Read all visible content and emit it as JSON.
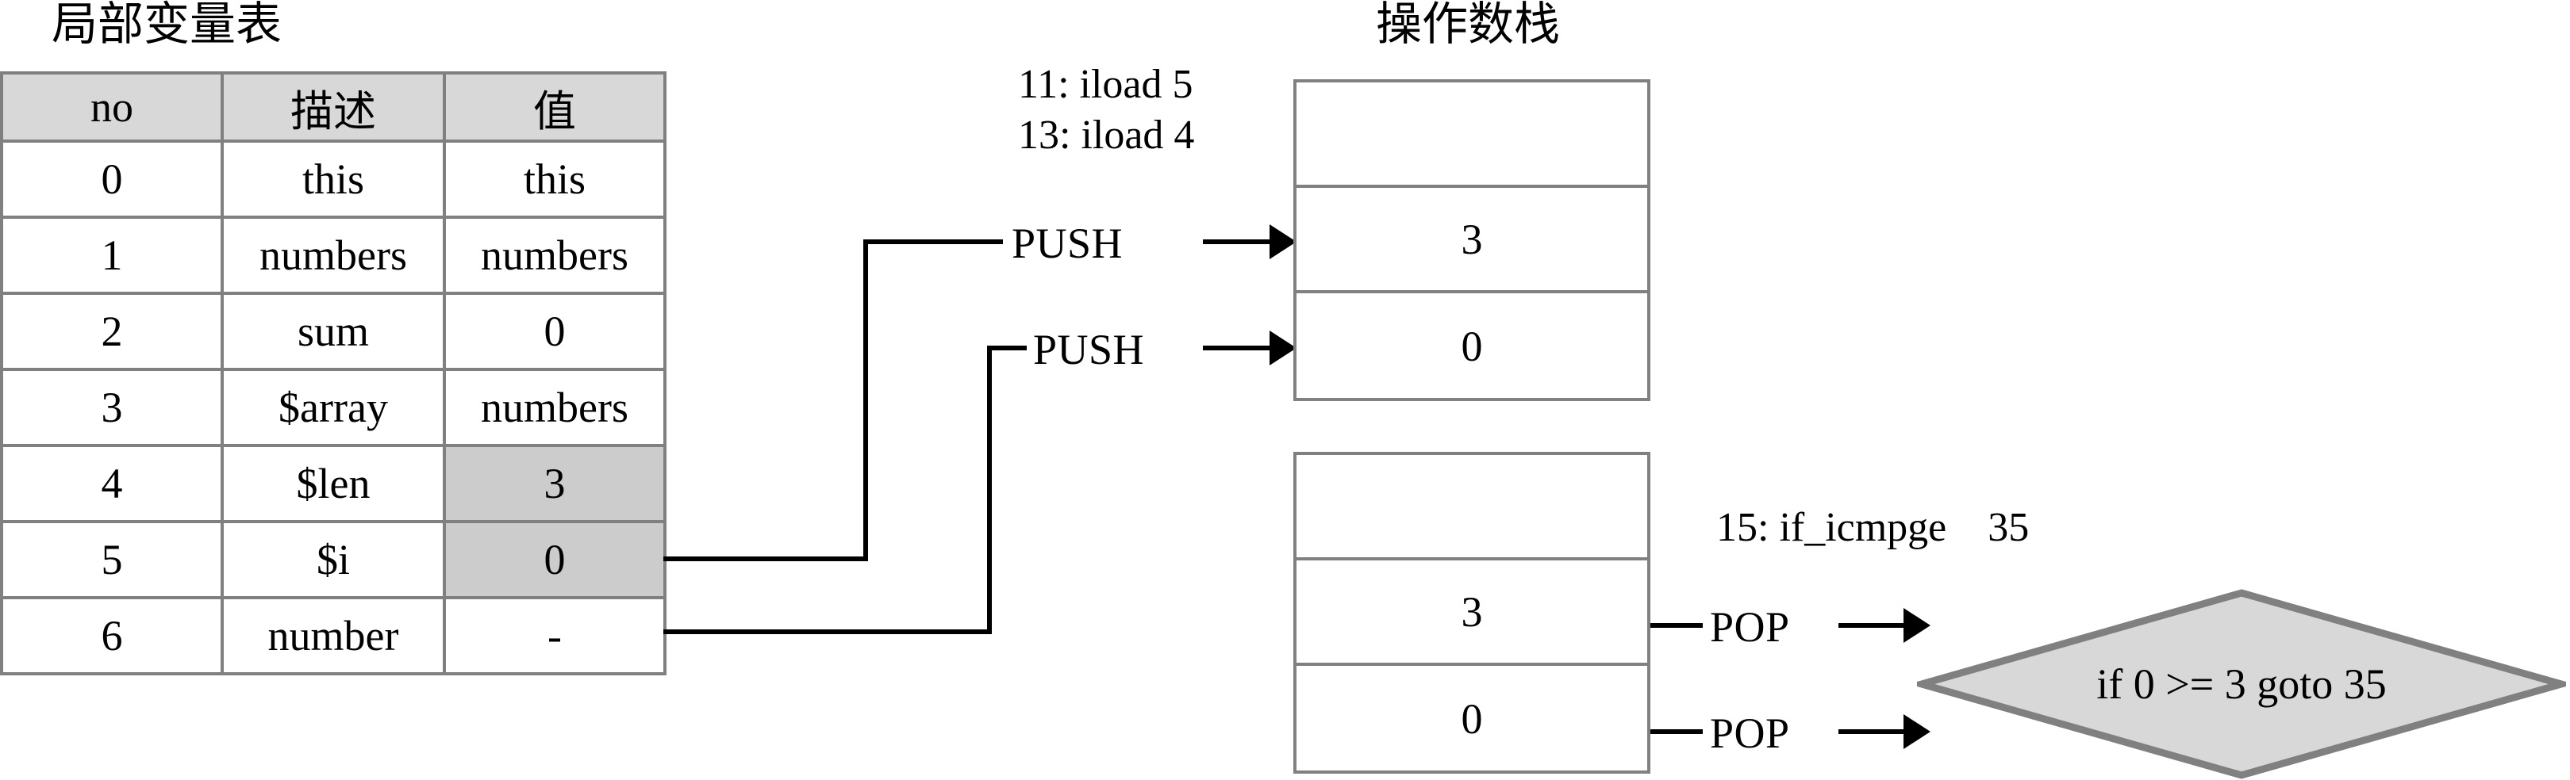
{
  "titles": {
    "local_variable_table": "局部变量表",
    "operand_stack": "操作数栈"
  },
  "local_variable_table": {
    "columns": [
      "no",
      "描述",
      "值"
    ],
    "rows": [
      {
        "no": "0",
        "desc": "this",
        "value": "this",
        "highlight": false
      },
      {
        "no": "1",
        "desc": "numbers",
        "value": "numbers",
        "highlight": false
      },
      {
        "no": "2",
        "desc": "sum",
        "value": "0",
        "highlight": false
      },
      {
        "no": "3",
        "desc": "$array",
        "value": "numbers",
        "highlight": false
      },
      {
        "no": "4",
        "desc": "$len",
        "value": "3",
        "highlight": true
      },
      {
        "no": "5",
        "desc": "$i",
        "value": "0",
        "highlight": true
      },
      {
        "no": "6",
        "desc": "number",
        "value": "-",
        "highlight": false
      }
    ]
  },
  "instructions": {
    "iload_5": "11: iload 5",
    "iload_4": "13: iload 4",
    "if_icmpge": "15: if_icmpge    35"
  },
  "operations": {
    "push_top": "PUSH",
    "push_bottom": "PUSH",
    "pop_top": "POP",
    "pop_bottom": "POP"
  },
  "stack_top": {
    "cells": [
      "",
      "3",
      "0"
    ]
  },
  "stack_bottom": {
    "cells": [
      "",
      "3",
      "0"
    ]
  },
  "decision": {
    "text": "if 0 >= 3 goto 35"
  },
  "colors": {
    "border_gray": "#808080",
    "header_fill": "#d8d8d8",
    "highlight_fill": "#cccccc",
    "diamond_fill": "#d8d8d8",
    "line_black": "#000000"
  }
}
